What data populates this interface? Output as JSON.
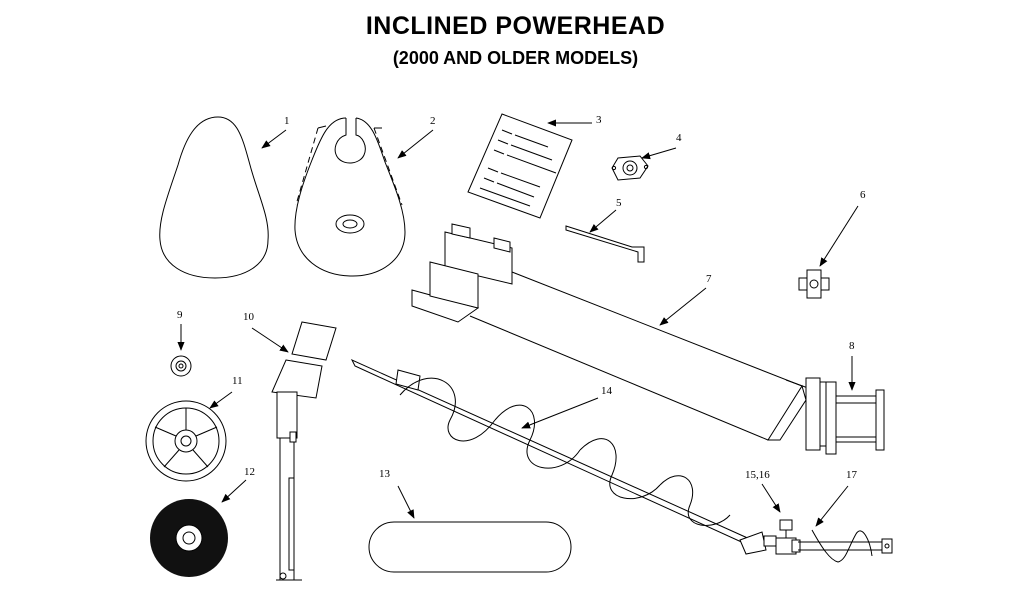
{
  "title": "INCLINED POWERHEAD",
  "subtitle": "(2000 AND OLDER MODELS)",
  "part_labels": {
    "p1": "1",
    "p2": "2",
    "p3": "3",
    "p4": "4",
    "p5": "5",
    "p6": "6",
    "p7": "7",
    "p8": "8",
    "p9": "9",
    "p10": "10",
    "p11": "11",
    "p12": "12",
    "p13": "13",
    "p14": "14",
    "p15_16": "15,16",
    "p17": "17"
  }
}
